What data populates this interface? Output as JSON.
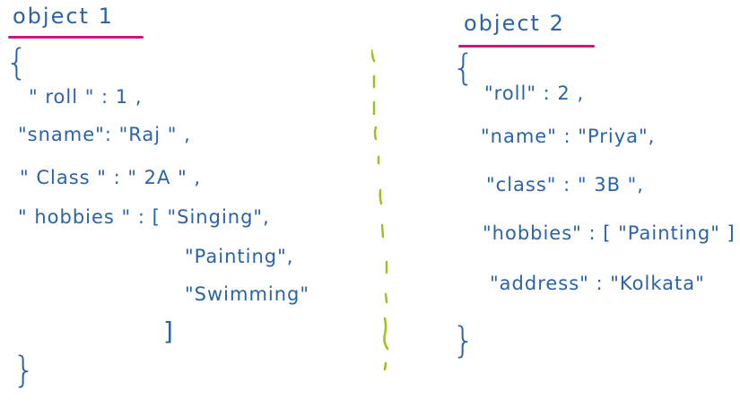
{
  "colors": {
    "ink": "#2a63a8",
    "underline": "#c8187a",
    "divider": "#9cc21f",
    "background": "#ffffff"
  },
  "object1": {
    "title": "object 1",
    "open_brace": "{",
    "close_brace": "}",
    "lines": [
      "\" roll \" : 1 ,",
      "\"sname\": \"Raj \" ,",
      "\" Class \" : \" 2A \" ,",
      "\" hobbies \" : [ \"Singing\",",
      "\"Painting\",",
      "\"Swimming\"",
      "]"
    ],
    "fields": {
      "roll": 1,
      "sname": "Raj",
      "Class": "2A",
      "hobbies": [
        "Singing",
        "Painting",
        "Swimming"
      ]
    }
  },
  "object2": {
    "title": "object 2",
    "open_brace": "{",
    "close_brace": "}",
    "lines": [
      "\"roll\" : 2 ,",
      "\"name\" : \"Priya\",",
      "\"class\" : \" 3B \",",
      "\"hobbies\" : [ \"Painting\" ]",
      "\"address\" : \"Kolkata\""
    ],
    "fields": {
      "roll": 2,
      "name": "Priya",
      "class": "3B",
      "hobbies": [
        "Painting"
      ],
      "address": "Kolkata"
    }
  },
  "divider": {
    "style": "dashed-vertical",
    "color": "#9cc21f"
  }
}
